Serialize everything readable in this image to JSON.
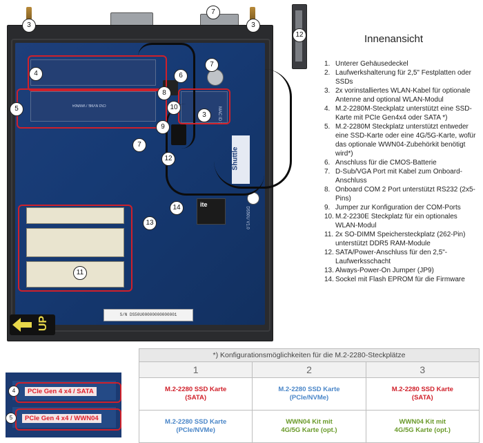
{
  "title": "Innenansicht",
  "legend": [
    {
      "n": "1.",
      "text": "Unterer Gehäusedeckel"
    },
    {
      "n": "2.",
      "text": "Laufwerkshalterung für 2,5\" Festplatten oder SSDs"
    },
    {
      "n": "3.",
      "text": "2x vorinstalliertes WLAN-Kabel für optionale Antenne and optional WLAN-Modul"
    },
    {
      "n": "4.",
      "text": "M.2-2280M-Steckplatz unterstützt eine SSD-Karte mit PCIe Gen4x4 oder SATA *)"
    },
    {
      "n": "5.",
      "text": "M.2-2280M Steckplatz unterstützt entweder eine SSD-Karte oder eine 4G/5G-Karte, wofür das optionale WWN04-Zubehörkit benötigt wird*)"
    },
    {
      "n": "6.",
      "text": "Anschluss für die CMOS-Batterie"
    },
    {
      "n": "7.",
      "text": "D-Sub/VGA Port mit Kabel zum Onboard-Anschluss"
    },
    {
      "n": "8.",
      "text": "Onboard COM 2 Port unterstützt RS232 (2x5-Pins)"
    },
    {
      "n": "9.",
      "text": "Jumper zur Konfiguration der COM-Ports"
    },
    {
      "n": "10.",
      "text": "M.2-2230E Steckplatz für ein optionales WLAN-Modul"
    },
    {
      "n": "11.",
      "text": "2x SO-DIMM Speichersteckplatz (262-Pin) unterstützt DDR5 RAM-Module"
    },
    {
      "n": "12.",
      "text": "SATA/Power-Anschluss für den 2,5\"-Laufwerksschacht"
    },
    {
      "n": "13.",
      "text": "Always-Power-On Jumper (JP9)"
    },
    {
      "n": "14.",
      "text": "Sockel mit Flash EPROM für die Firmware"
    }
  ],
  "callouts": {
    "c3": "3",
    "c4": "4",
    "c5": "5",
    "c6": "6",
    "c7": "7",
    "c8": "8",
    "c9": "9",
    "c10": "10",
    "c11": "11",
    "c12": "12",
    "c13": "13",
    "c14": "14"
  },
  "photo": {
    "brand": "Shuttle",
    "up_label": "UP",
    "silk_nvme": "CN3 NVME / WWN04",
    "silk_mac": "MAC ID 1",
    "model": "DS50U V1.0",
    "label_strip": "S/N DS50U00000000000001",
    "ite": "ite"
  },
  "inset": {
    "label_top": "PCIe Gen 4 x4 / SATA",
    "label_bottom": "PCIe Gen 4 x4 / WWN04",
    "num_top": "4",
    "num_bottom": "5"
  },
  "table": {
    "caption": "*) Konfigurationsmöglichkeiten für die M.2-2280-Steckplätze",
    "columns": [
      "1",
      "2",
      "3"
    ],
    "rows": [
      [
        {
          "line1": "M.2-2280 SSD Karte",
          "line2": "(SATA)",
          "color": "#d0202a"
        },
        {
          "line1": "M.2-2280 SSD Karte",
          "line2": "(PCIe/NVMe)",
          "color": "#4a86c8"
        },
        {
          "line1": "M.2-2280 SSD Karte",
          "line2": "(SATA)",
          "color": "#d0202a"
        }
      ],
      [
        {
          "line1": "M.2-2280 SSD Karte",
          "line2": "(PCIe/NVMe)",
          "color": "#4a86c8"
        },
        {
          "line1": "WWN04 Kit mit",
          "line2": "4G/5G Karte (opt.)",
          "color": "#6a9a2a"
        },
        {
          "line1": "WWN04 Kit mit",
          "line2": "4G/5G Karte (opt.)",
          "color": "#6a9a2a"
        }
      ]
    ]
  },
  "colors": {
    "highlight_red": "#d0202a",
    "pcb_blue": "#1e3f7a",
    "nvme_blue": "#4a86c8",
    "wwn_green": "#6a9a2a"
  }
}
